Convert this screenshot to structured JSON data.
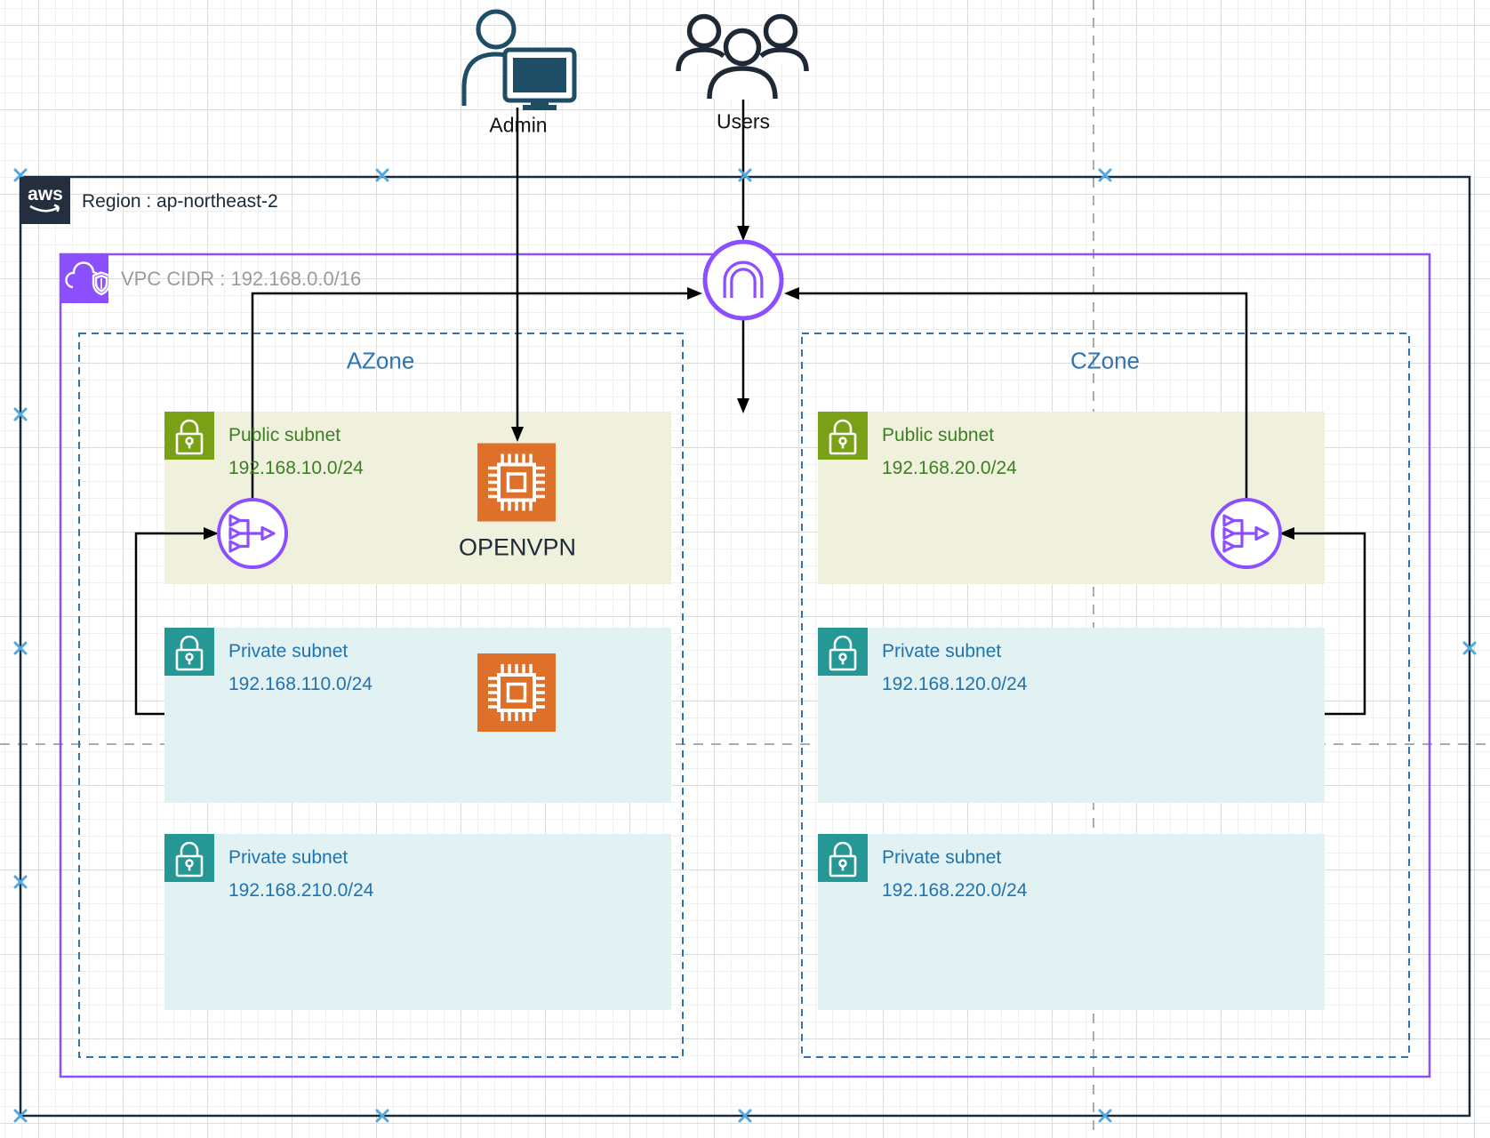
{
  "actors": {
    "admin": {
      "label": "Admin"
    },
    "users": {
      "label": "Users"
    }
  },
  "region": {
    "logo_text": "aws",
    "label": "Region : ap-northeast-2"
  },
  "vpc": {
    "label": "VPC CIDR : 192.168.0.0/16"
  },
  "zones": [
    {
      "label": "AZone",
      "subnets": [
        {
          "type": "public",
          "label": "Public subnet",
          "cidr": "192.168.10.0/24"
        },
        {
          "type": "private",
          "label": "Private subnet",
          "cidr": "192.168.110.0/24"
        },
        {
          "type": "private",
          "label": "Private subnet",
          "cidr": "192.168.210.0/24"
        }
      ]
    },
    {
      "label": "CZone",
      "subnets": [
        {
          "type": "public",
          "label": "Public subnet",
          "cidr": "192.168.20.0/24"
        },
        {
          "type": "private",
          "label": "Private subnet",
          "cidr": "192.168.120.0/24"
        },
        {
          "type": "private",
          "label": "Private subnet",
          "cidr": "192.168.220.0/24"
        }
      ]
    }
  ],
  "instances": {
    "openvpn_label": "OPENVPN"
  },
  "icons": {
    "internet_gateway": "internet-gateway-icon",
    "vpc_router": "vpc-router-icon",
    "ec2_instance": "ec2-chip-icon",
    "subnet_lock": "lock-icon",
    "vpc_cloud": "cloud-shield-icon",
    "admin": "admin-person-monitor-icon",
    "users": "users-group-icon"
  },
  "colors": {
    "aws_dark": "#232f3e",
    "vpc_purple": "#8c4fff",
    "zone_blue": "#2d74b5",
    "public_green_badge": "#7aa116",
    "public_green_text": "#3d7e23",
    "private_teal_badge": "#259795",
    "private_blue_text": "#1f73af",
    "public_subnet_fill": "#eff1dd",
    "private_subnet_fill": "#e2f1f2",
    "instance_orange": "#df7029",
    "connector_black": "#000000",
    "connection_marker_blue": "#53a8e0",
    "admin_icon_blue": "#1e4e66",
    "users_icon_navy": "#1f2935"
  }
}
